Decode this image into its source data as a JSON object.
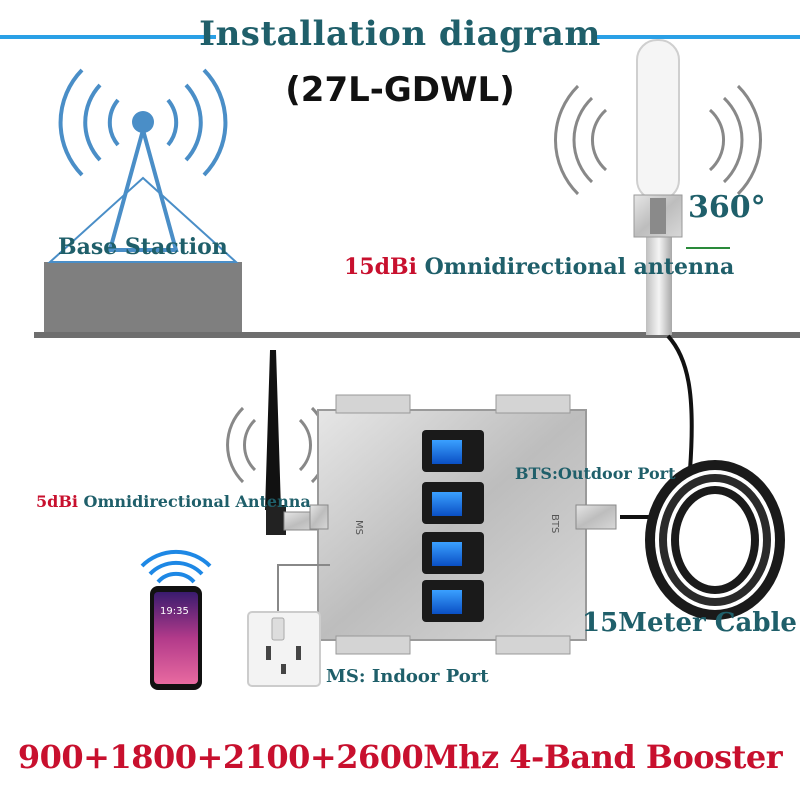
{
  "header": {
    "title": "Installation diagram",
    "model": "(27L-GDWL)"
  },
  "labels": {
    "base_station": "Base Staction",
    "rotation": "360°",
    "outdoor_antenna_gain": "15dBi",
    "outdoor_antenna_type": "Omnidirectional antenna",
    "outdoor_port": "BTS:Outdoor Port",
    "indoor_antenna_gain": "5dBi",
    "indoor_antenna_type": "Omnidirectional  Antenna",
    "cable": "15Meter Cable",
    "indoor_port": "MS: Indoor Port",
    "port_ms_marking": "MS",
    "port_bts_marking": "BTS"
  },
  "phone": {
    "clock": "19:35"
  },
  "footer": {
    "bands": "900+1800+2100+2600Mhz 4-Band Booster"
  },
  "colors": {
    "title": "#1f5f6a",
    "accent_line": "#2aa0e6",
    "highlight_red": "#c8102e",
    "roof": "#7f7f7f",
    "booster": "#c9c9c9"
  }
}
